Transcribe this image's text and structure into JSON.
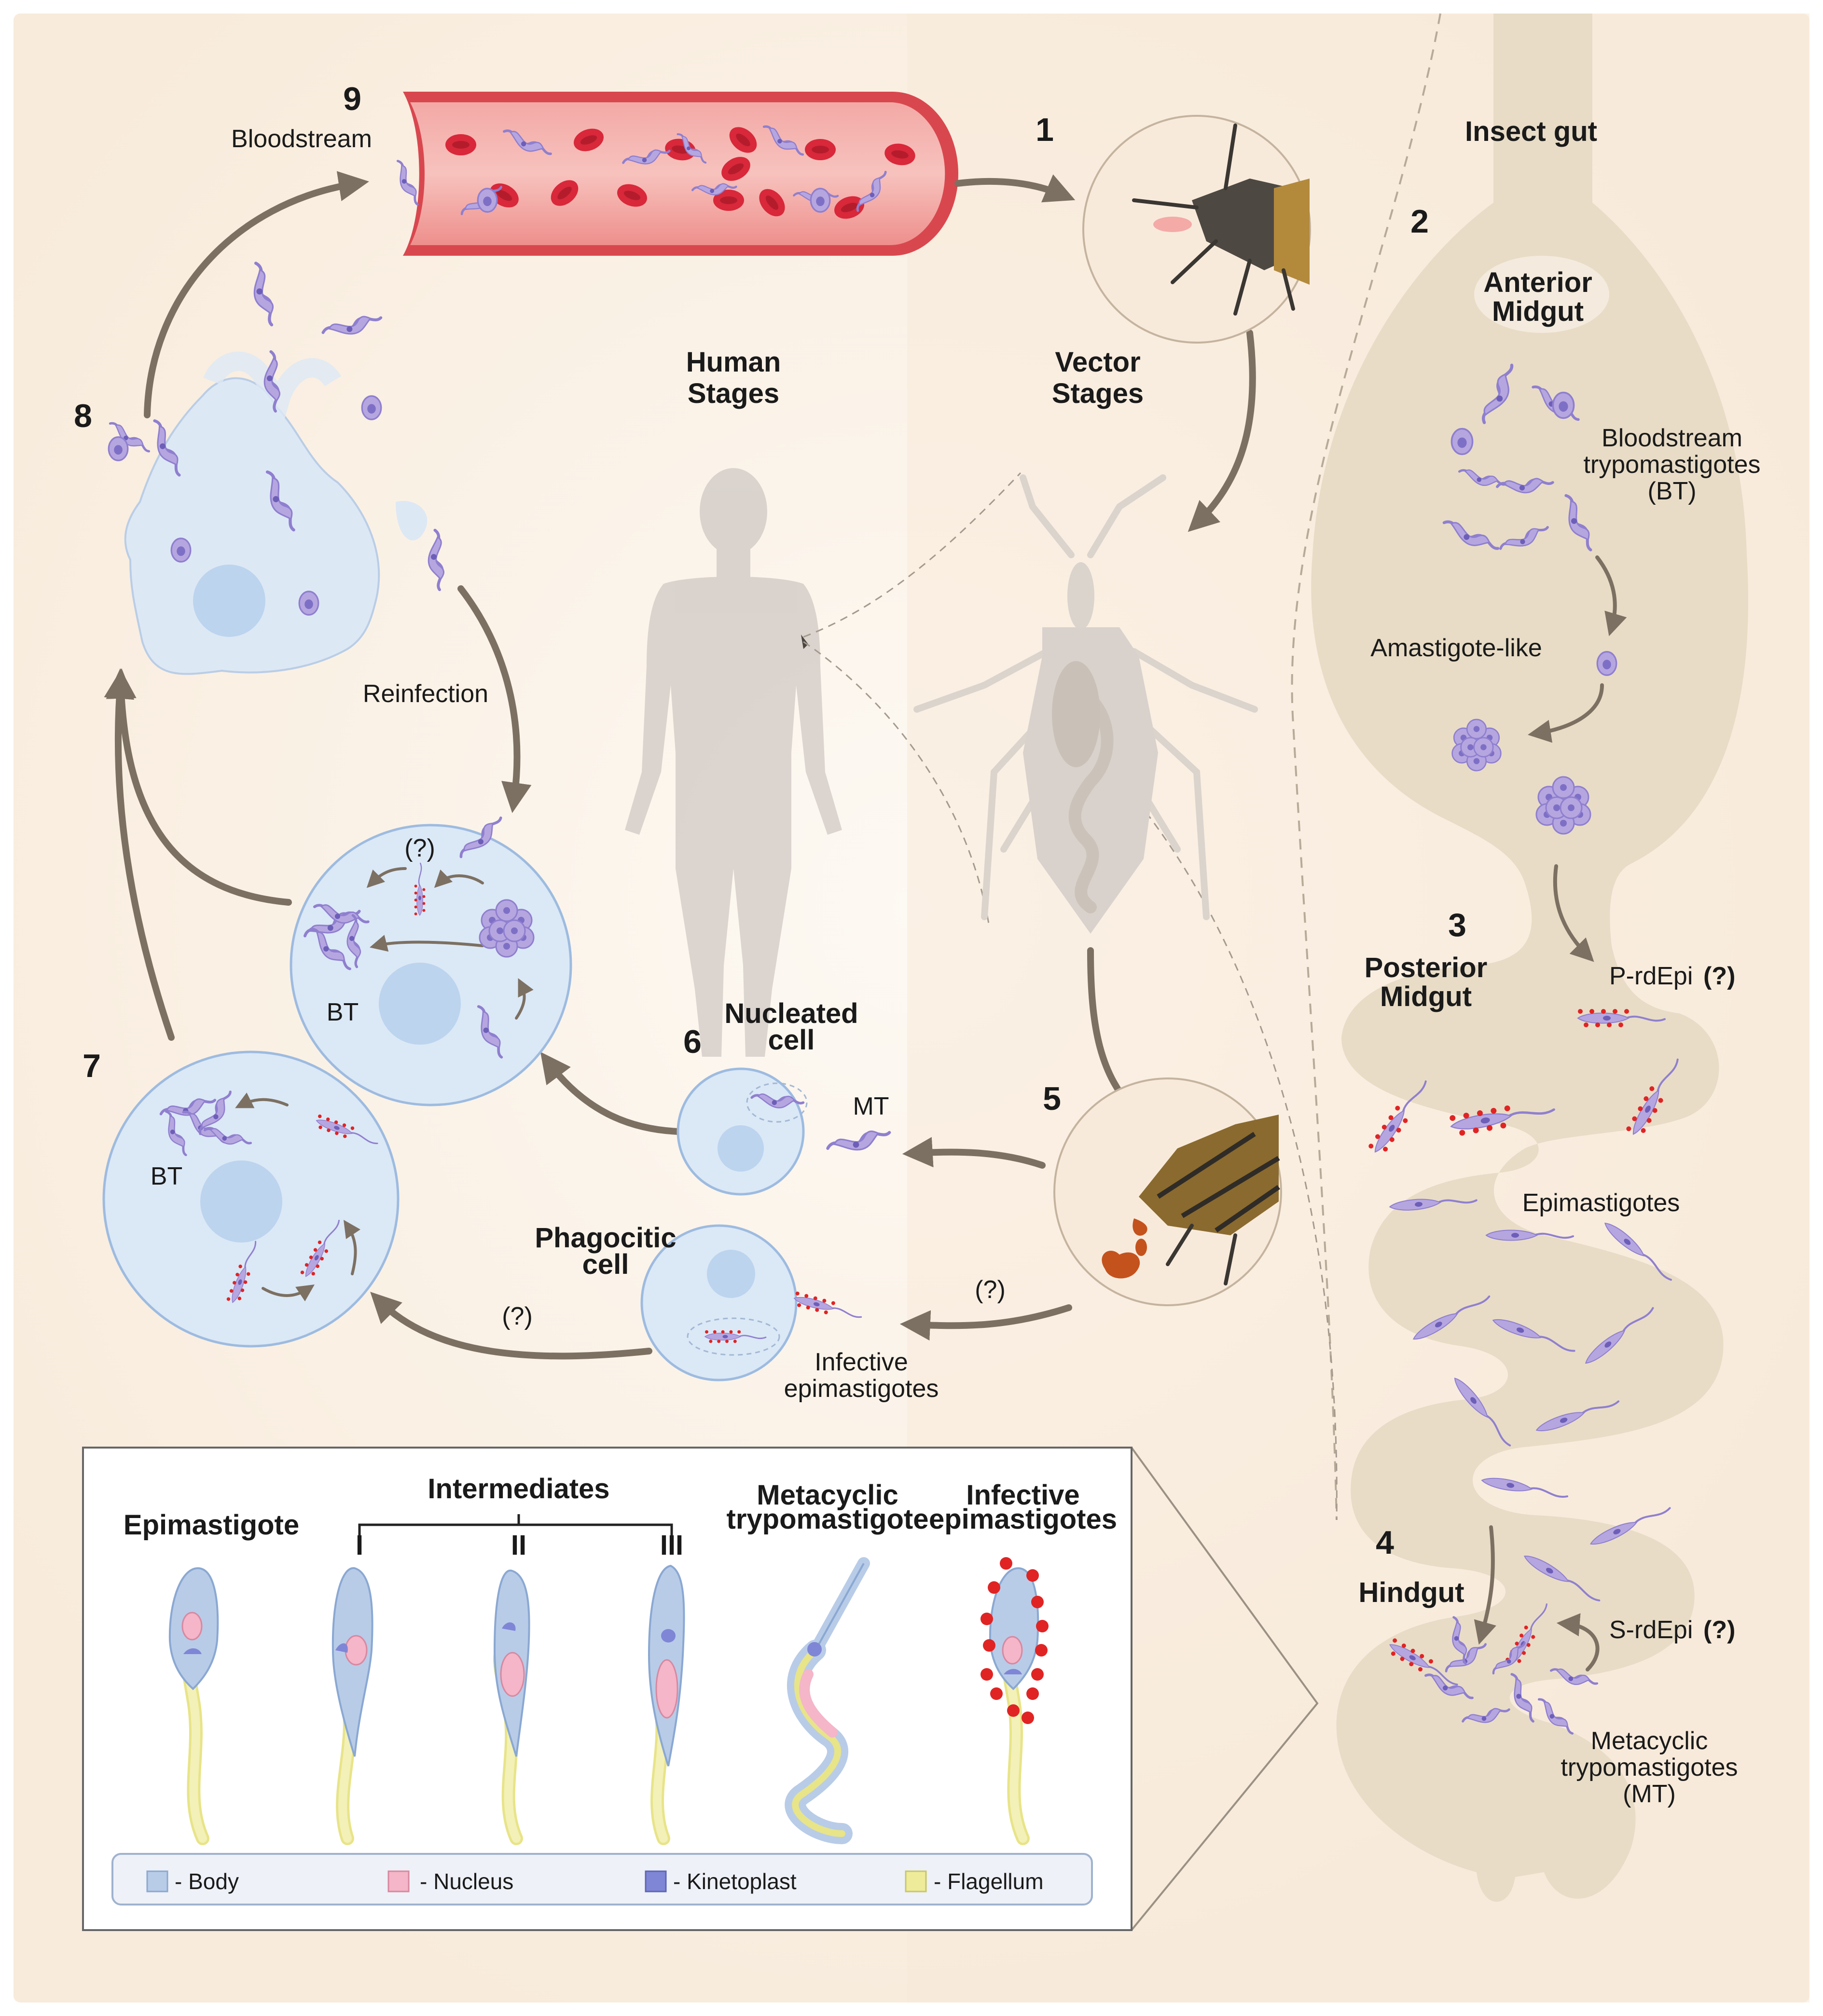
{
  "diagram": {
    "headings": {
      "human_stages_line1": "Human",
      "human_stages_line2": "Stages",
      "vector_stages_line1": "Vector",
      "vector_stages_line2": "Stages",
      "insect_gut": "Insect gut"
    },
    "step_numbers": [
      "1",
      "2",
      "3",
      "4",
      "5",
      "6",
      "7",
      "8",
      "9"
    ],
    "labels": {
      "bloodstream": "Bloodstream",
      "anterior_midgut_1": "Anterior",
      "anterior_midgut_2": "Midgut",
      "bt_1": "Bloodstream",
      "bt_2": "trypomastigotes",
      "bt_3": "(BT)",
      "amastigote_like": "Amastigote-like",
      "posterior_midgut_1": "Posterior",
      "posterior_midgut_2": "Midgut",
      "p_rdepi": "P-rdEpi",
      "question": "(?)",
      "epimastigotes": "Epimastigotes",
      "hindgut": "Hindgut",
      "s_rdepi": "S-rdEpi",
      "mt_1": "Metacyclic",
      "mt_2": "trypomastigotes",
      "mt_3": "(MT)",
      "reinfection": "Reinfection",
      "bt_short": "BT",
      "nucleated_1": "Nucleated",
      "nucleated_2": "cell",
      "mt_short": "MT",
      "phagocytic_1": "Phagocitic",
      "phagocytic_2": "cell",
      "infective_epi_1": "Infective",
      "infective_epi_2": "epimastigotes"
    },
    "inset": {
      "epimastigote": "Epimastigote",
      "intermediates": "Intermediates",
      "roman": [
        "I",
        "II",
        "III"
      ],
      "metacyclic_1": "Metacyclic",
      "metacyclic_2": "trypomastigote",
      "infective_1": "Infective",
      "infective_2": "epimastigotes",
      "legend": [
        {
          "label": "- Body",
          "color": "#b8cce8"
        },
        {
          "label": "- Nucleus",
          "color": "#f4b6c8"
        },
        {
          "label": "-  Kinetoplast",
          "color": "#7f86d6"
        },
        {
          "label": "- Flagellum",
          "color": "#eeec9a"
        }
      ]
    },
    "colors": {
      "parasite": "#b6a6e0",
      "parasite_stroke": "#8f7fcf",
      "cell": "#d8e7f6",
      "cell_stroke": "#95b4dc",
      "gut": "#e8dcc7",
      "arrow": "#7c7062",
      "blood_vessel": "#ef8f8f",
      "rbc": "#d8283a",
      "red_dot": "#e02424"
    }
  }
}
